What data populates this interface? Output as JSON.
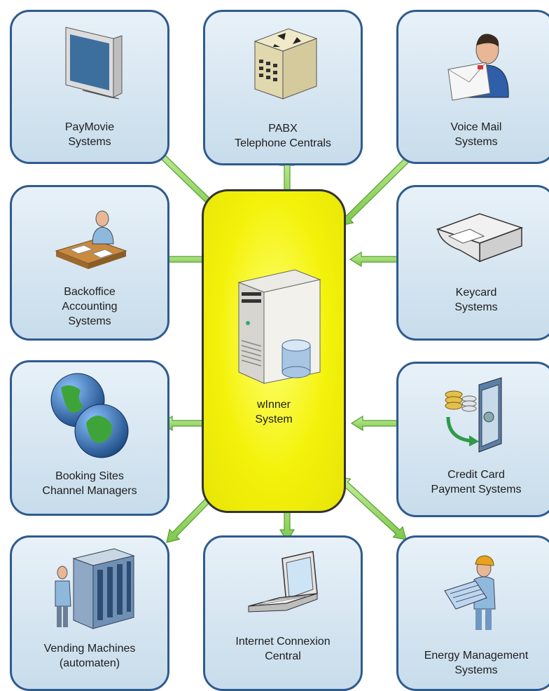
{
  "center": {
    "lines": [
      "wInner",
      "System"
    ],
    "icon": "server-database-icon"
  },
  "boxes": {
    "paymovie": {
      "lines": [
        "PayMovie",
        "Systems"
      ],
      "icon": "monitor-icon"
    },
    "pabx": {
      "lines": [
        "PABX",
        "Telephone Centrals"
      ],
      "icon": "telephone-switch-icon"
    },
    "voicemail": {
      "lines": [
        "Voice Mail",
        "Systems"
      ],
      "icon": "person-envelope-icon"
    },
    "backoffice": {
      "lines": [
        "Backoffice",
        "Accounting",
        "Systems"
      ],
      "icon": "accountant-desk-icon"
    },
    "keycard": {
      "lines": [
        "Keycard",
        "Systems"
      ],
      "icon": "card-reader-icon"
    },
    "booking": {
      "lines": [
        "Booking Sites",
        "Channel Managers"
      ],
      "icon": "globe-icon"
    },
    "creditcard": {
      "lines": [
        "Credit Card",
        "Payment Systems"
      ],
      "icon": "safe-coins-icon"
    },
    "vending": {
      "lines": [
        "Vending Machines",
        "(automaten)"
      ],
      "icon": "vending-machine-icon"
    },
    "internet": {
      "lines": [
        "Internet Connexion",
        "Central"
      ],
      "icon": "laptop-icon"
    },
    "energy": {
      "lines": [
        "Energy Management",
        "Systems"
      ],
      "icon": "engineer-blueprint-icon"
    }
  },
  "colors": {
    "arrow": "#8ed45a",
    "arrow_stroke": "#5a9a32",
    "box_border": "#2f5b8f",
    "center_fill": "#f3f20a"
  }
}
